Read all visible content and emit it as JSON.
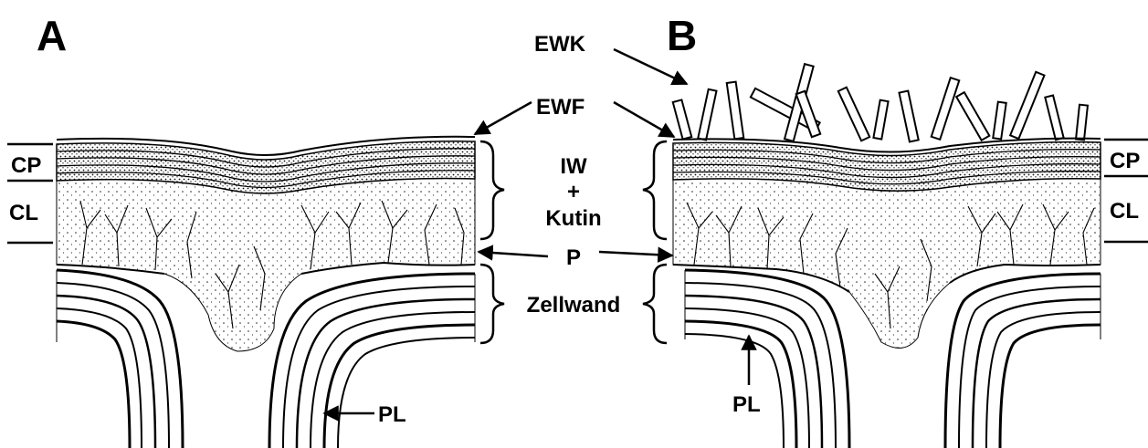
{
  "panels": {
    "a": "A",
    "b": "B"
  },
  "labels": {
    "ewk": "EWK",
    "ewf": "EWF",
    "iw": "IW",
    "plus": "+",
    "kutin": "Kutin",
    "p": "P",
    "zellwand": "Zellwand",
    "pl_left": "PL",
    "pl_right": "PL",
    "cp_left": "CP",
    "cl_left": "CL",
    "cp_right": "CP",
    "cl_right": "CL"
  }
}
